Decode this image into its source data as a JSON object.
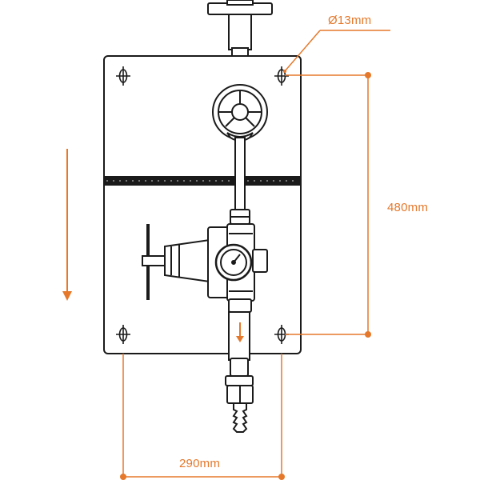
{
  "dimensions": {
    "hole_diameter": "Ø13mm",
    "height": "480mm",
    "width": "290mm"
  },
  "colors": {
    "dimension": "#e5782a",
    "line": "#1a1a1a",
    "fill": "#ffffff"
  },
  "icons": {
    "flow_direction": "arrow-down-icon",
    "mounting_hole": "crosshair-hole-icon"
  }
}
